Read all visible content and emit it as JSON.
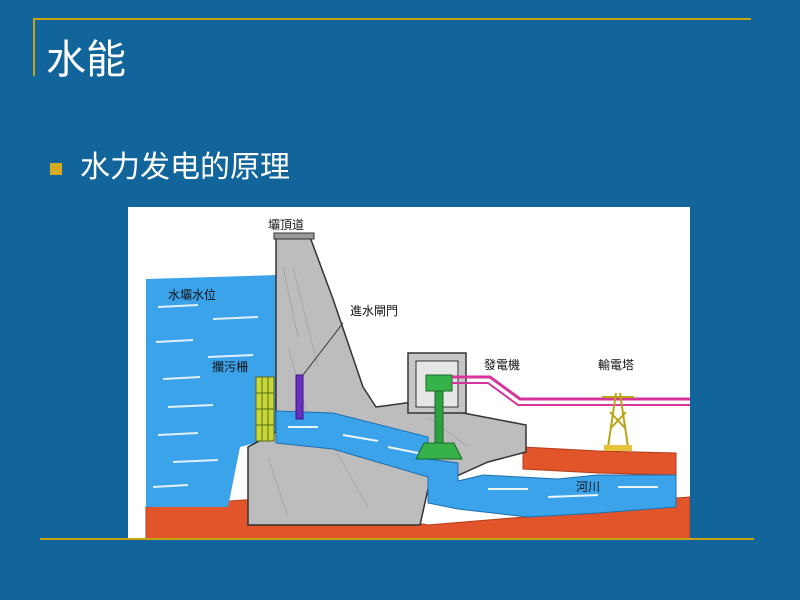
{
  "slide": {
    "title": "水能",
    "bullet": "水力发电的原理"
  },
  "diagram": {
    "labels": {
      "dam_crest": "壩頂道",
      "reservoir_level": "水壩水位",
      "intake_gate": "進水閘門",
      "trash_rack": "攔污柵",
      "generator": "發電機",
      "transmission_tower": "輸電塔",
      "river": "河川"
    }
  },
  "colors": {
    "background": "#11659b",
    "accent": "#c8a415",
    "bullet": "#d6a91e",
    "water": "#2f9de8",
    "concrete": "#b9b9b9",
    "ground": "#e2552a",
    "generator": "#2fa040",
    "powerline": "#d6339b",
    "gate": "#6a2fc2"
  }
}
